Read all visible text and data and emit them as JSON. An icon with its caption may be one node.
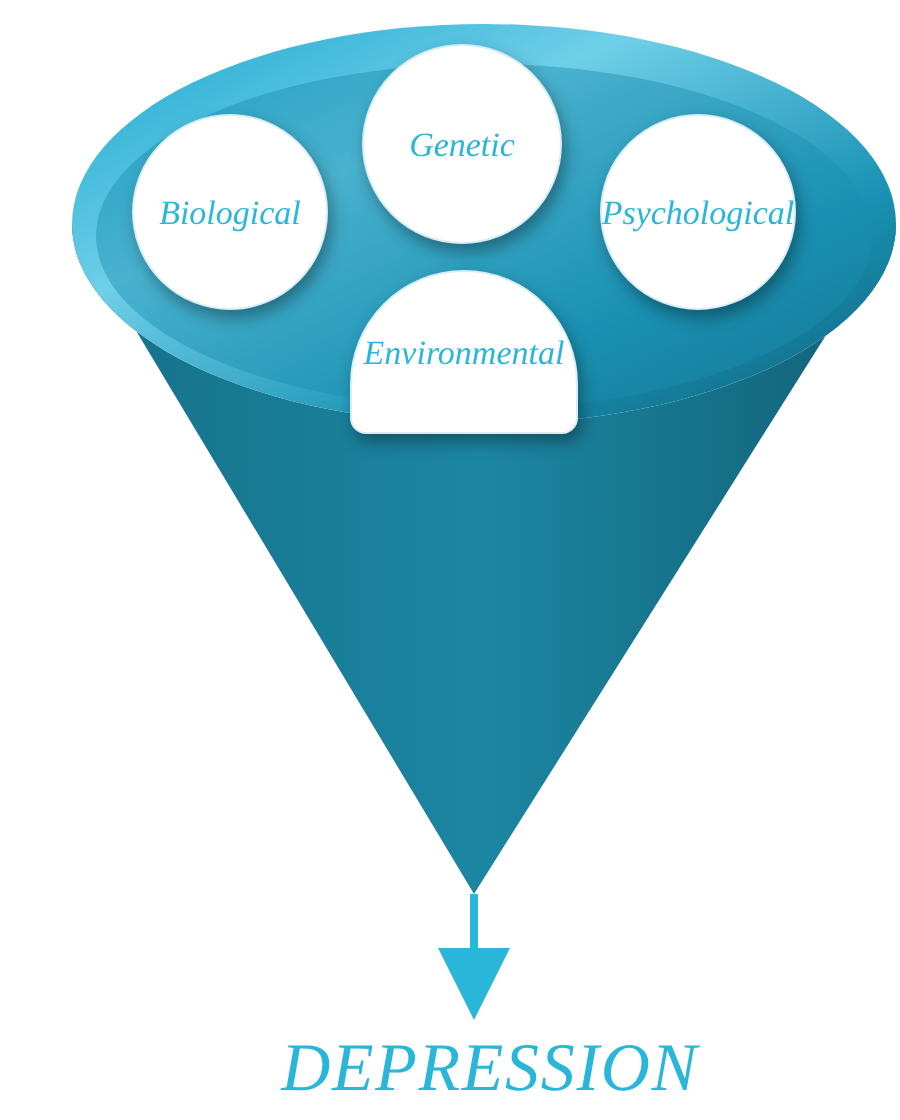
{
  "diagram": {
    "nodes": [
      {
        "text": [],
        "shape": "funnel"
      },
      {
        "text": [
          "Biological"
        ]
      },
      {
        "text": [
          "Genetic"
        ]
      },
      {
        "text": [
          "Psychological"
        ]
      },
      {
        "text": [
          "Environmental"
        ]
      },
      {
        "text": [
          "DEPRESSION"
        ]
      }
    ],
    "edges": [
      {
        "from": 0,
        "to": 5,
        "arrow": "to"
      }
    ]
  }
}
